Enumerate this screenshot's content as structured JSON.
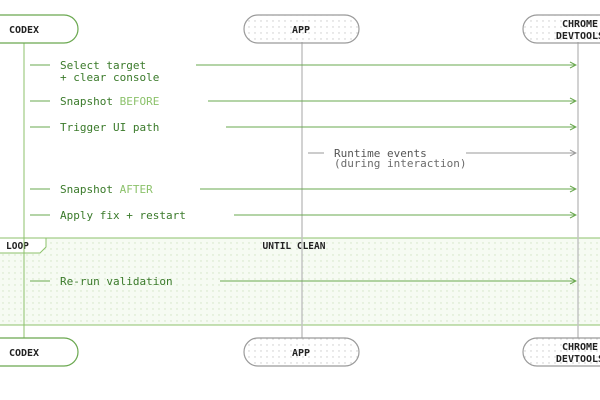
{
  "colors": {
    "green": "#6aa84f",
    "green_light": "#8cc26b",
    "green_text": "#4f8f3c",
    "gray": "#b8b8b8",
    "gray_text": "#6b6b6b",
    "ink": "#222222",
    "loop_fill": "#f5faf1"
  },
  "participants": {
    "codex": "CODEX",
    "app": "APP",
    "chrome_line1": "CHROME",
    "chrome_line2": "DEVTOOLS"
  },
  "messages": {
    "m1_line1": "Select target",
    "m1_line2": "+ clear console",
    "m2_prefix": "Snapshot ",
    "m2_highlight": "BEFORE",
    "m3": "Trigger UI path",
    "m4_line1": "Runtime events",
    "m4_line2": "(during interaction)",
    "m5_prefix": "Snapshot ",
    "m5_highlight": "AFTER",
    "m6": "Apply fix + restart",
    "m7": "Re-run validation"
  },
  "loop": {
    "label": "LOOP",
    "condition": "UNTIL CLEAN"
  }
}
